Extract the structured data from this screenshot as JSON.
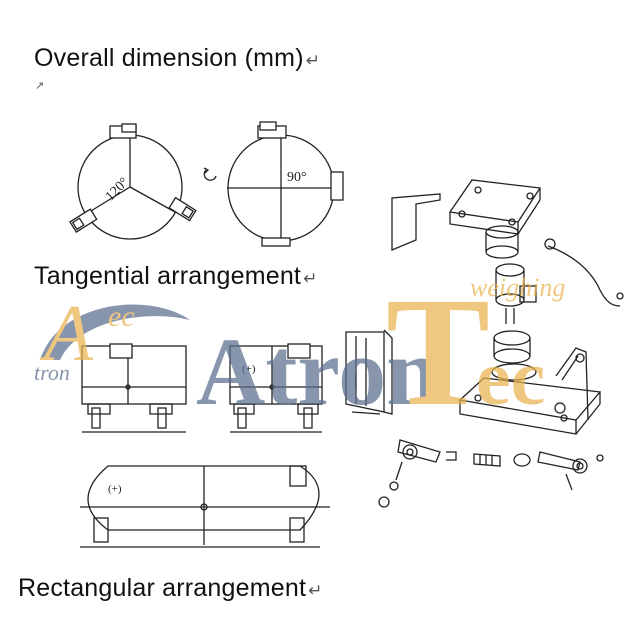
{
  "headings": {
    "overall": "Overall dimension (mm)",
    "tangential": "Tangential arrangement",
    "rectangular": "Rectangular arrangement"
  },
  "return_mark": "↵",
  "top_views": {
    "angle_120": "120°",
    "angle_90": "90°"
  },
  "rect_views": {
    "arrow_label": "(+)"
  },
  "watermark": {
    "brand_left_a": "A",
    "brand_left_ec": "ec",
    "brand_left_tron": "tron",
    "brand_main": "Atron",
    "brand_t": "T",
    "brand_ec": "ec",
    "tagline": "weighing"
  },
  "colors": {
    "line": "#222222",
    "watermark_blue": "#5a6e8e",
    "watermark_orange": "#e9b24e"
  }
}
